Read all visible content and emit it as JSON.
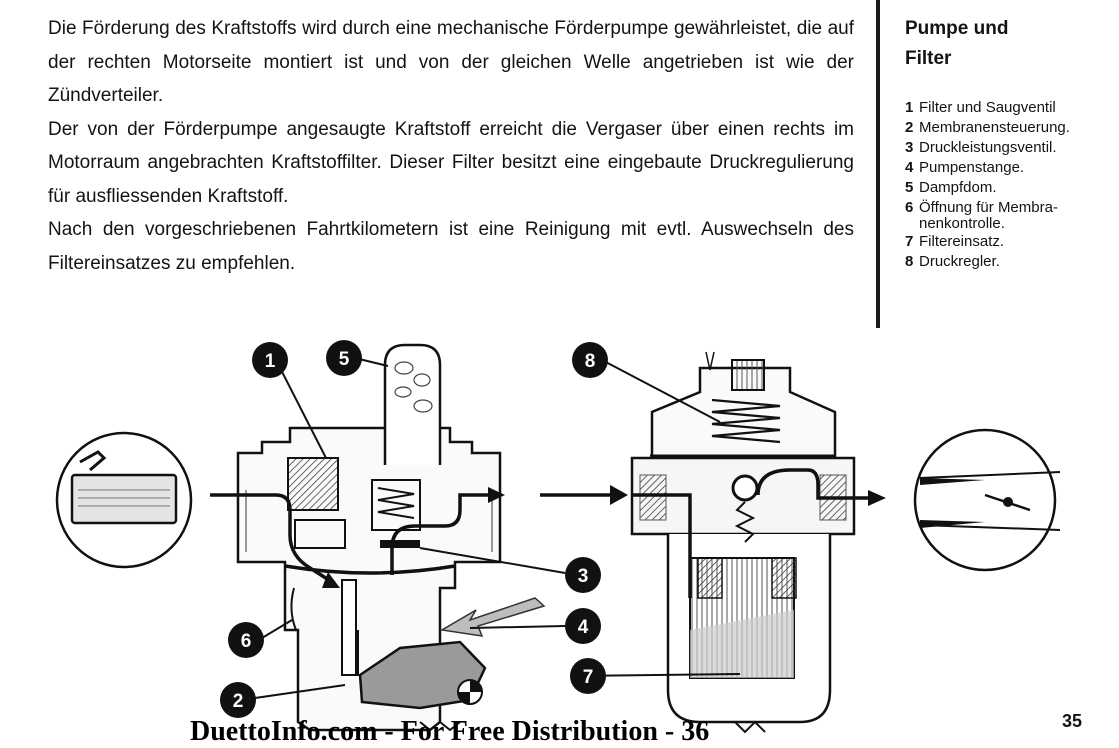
{
  "main_text": {
    "paragraph_1": "Die Förderung des Kraftstoffs wird durch eine mechanische Förderpumpe gewährleistet, die auf der rechten Motorseite montiert ist und von der gleichen Welle angetrieben ist wie der Zündverteiler.",
    "paragraph_2": "Der von der Förderpumpe angesaugte Kraftstoff erreicht die Vergaser über einen rechts im Motorraum angebrachten Kraftstoffilter. Dieser Filter besitzt eine eingebaute Druckregulierung für ausfliessenden Kraftstoff.",
    "paragraph_3": "Nach den vorgeschriebenen Fahrtkilometern ist eine Reinigung mit evtl. Auswechseln des Filtereinsatzes zu empfehlen."
  },
  "sidebar": {
    "title_line_1": "Pumpe und",
    "title_line_2": "Filter",
    "legend": [
      {
        "num": "1",
        "text": "Filter und Saugventil"
      },
      {
        "num": "2",
        "text": "Membranensteuerung."
      },
      {
        "num": "3",
        "text": "Druckleistungsventil."
      },
      {
        "num": "4",
        "text": "Pumpenstange."
      },
      {
        "num": "5",
        "text": "Dampfdom."
      },
      {
        "num": "6",
        "text": "Öffnung für Membra-\nnenkontrolle."
      },
      {
        "num": "7",
        "text": "Filtereinsatz."
      },
      {
        "num": "8",
        "text": "Druckregler."
      }
    ]
  },
  "diagram": {
    "callouts": [
      "1",
      "5",
      "8",
      "3",
      "4",
      "6",
      "7",
      "2"
    ]
  },
  "footer": "DuettoInfo.com - For Free Distribution - 36",
  "page_number": "35"
}
